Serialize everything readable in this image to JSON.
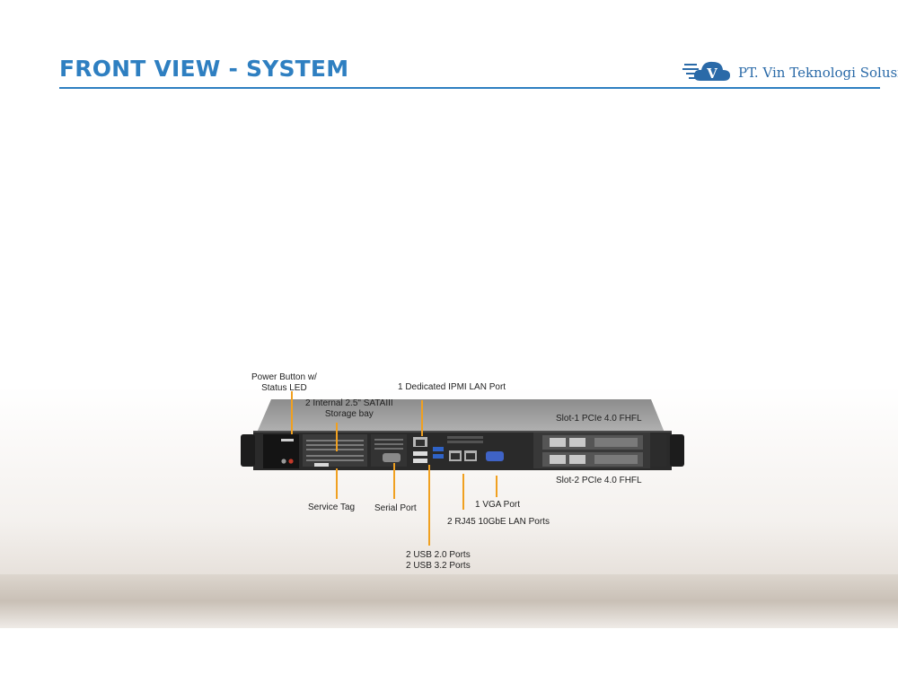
{
  "header": {
    "title": "FRONT VIEW - SYSTEM",
    "logo_text": "PT. Vin Teknologi Solusi",
    "logo_mark": "V",
    "accent_color": "#2e7fc1",
    "callout_color": "#f0a020"
  },
  "callouts": {
    "power_button_line1": "Power Button w/",
    "power_button_line2": "Status LED",
    "storage_line1": "2 Internal  2.5\" SATAIII",
    "storage_line2": "Storage bay",
    "ipmi": "1 Dedicated IPMI  LAN Port",
    "slot1": "Slot-1   PCIe 4.0 FHFL",
    "slot2": "Slot-2   PCIe 4.0 FHFL",
    "service_tag": "Service Tag",
    "serial_port": "Serial Port",
    "vga": "1 VGA Port",
    "rj45": "2 RJ45 10GbE LAN Ports",
    "usb_line1": "2 USB 2.0 Ports",
    "usb_line2": "2 USB 3.2 Ports"
  }
}
